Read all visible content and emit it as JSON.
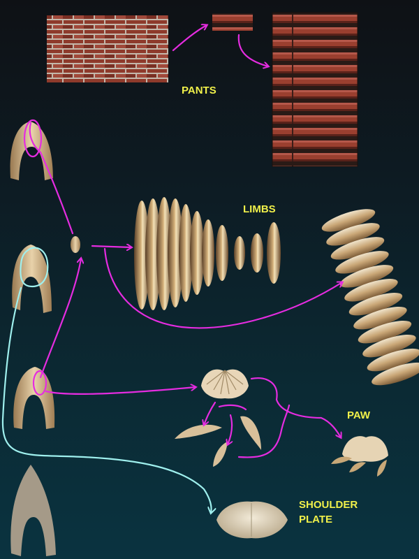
{
  "labels": {
    "pants": "PANTS",
    "limbs": "LIMBS",
    "paw": "PAW",
    "shoulder_plate": "SHOULDER\nPLATE"
  },
  "colors": {
    "background_top": "#0e1115",
    "background_bottom": "#0a3340",
    "label_text": "#f0f04a",
    "arrow_magenta": "#e52ce0",
    "arrow_cyan": "#9ff0ee",
    "brick": "#8a3a2a",
    "mortar": "#c9bfb4",
    "shell": "#d8b88c"
  },
  "icons": {
    "source_shell": "horn-shell-icon",
    "brick_texture": "brick-wall-icon",
    "scallop_shell": "scallop-shell-icon"
  }
}
